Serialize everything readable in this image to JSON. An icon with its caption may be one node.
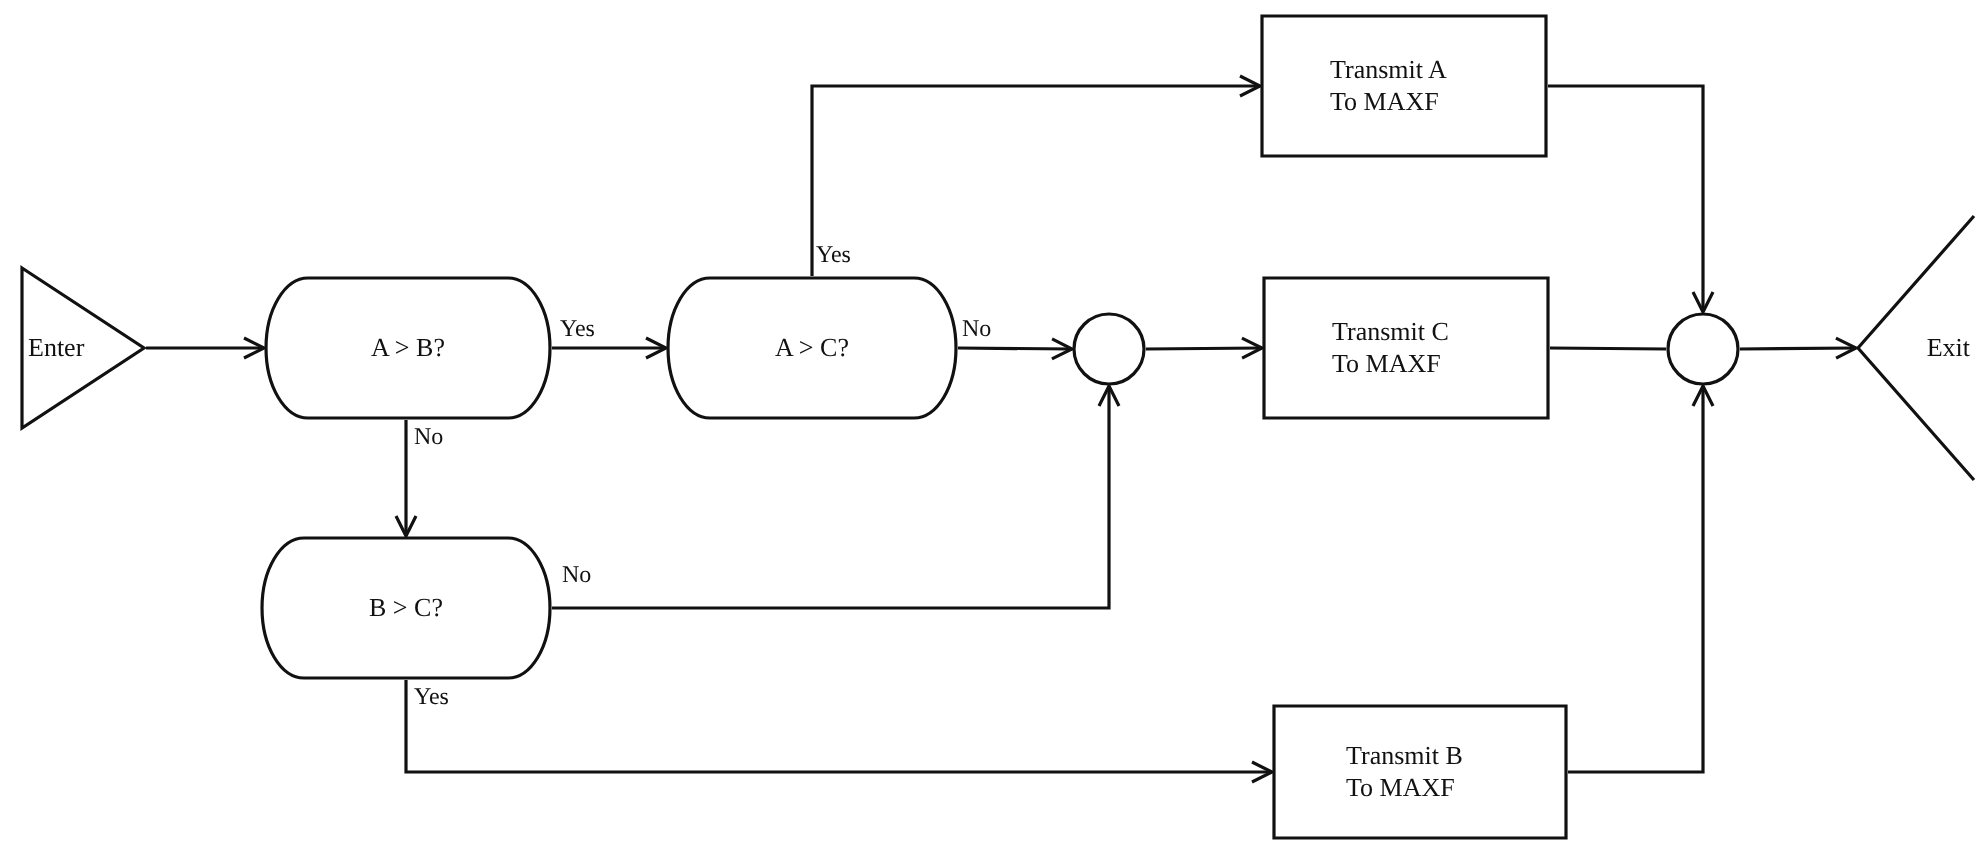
{
  "diagram": {
    "nodes": [
      {
        "text": [
          "Enter"
        ]
      },
      {
        "text": [
          "A > B?"
        ]
      },
      {
        "text": [
          "A > C?"
        ]
      },
      {
        "text": [
          "B > C?"
        ]
      },
      {
        "text": [],
        "shape": "circle"
      },
      {
        "text": [
          "Transmit A To MAXF"
        ]
      },
      {
        "text": [
          "Transmit C To MAXF"
        ]
      },
      {
        "text": [],
        "shape": "circle"
      },
      {
        "text": [
          "Transmit B To MAXF"
        ]
      },
      {
        "text": [
          "Exit"
        ]
      }
    ],
    "edges": [
      {
        "from": 0,
        "to": 1,
        "arrow": "to"
      },
      {
        "from": 1,
        "to": 2,
        "arrow": "to",
        "label": "Yes"
      },
      {
        "from": 1,
        "to": 3,
        "arrow": "to",
        "label": "No"
      },
      {
        "from": 2,
        "to": 5,
        "arrow": "to",
        "label": "Yes"
      },
      {
        "from": 2,
        "to": 4,
        "arrow": "to",
        "label": "No"
      },
      {
        "from": 3,
        "to": 4,
        "arrow": "to",
        "label": "No"
      },
      {
        "from": 3,
        "to": 8,
        "arrow": "to",
        "label": "Yes"
      },
      {
        "from": 4,
        "to": 6,
        "arrow": "to"
      },
      {
        "from": 5,
        "to": 7,
        "arrow": "to"
      },
      {
        "from": 6,
        "to": 7,
        "arrow": "none"
      },
      {
        "from": 8,
        "to": 7,
        "arrow": "to"
      },
      {
        "from": 7,
        "to": 9,
        "arrow": "to"
      }
    ]
  }
}
